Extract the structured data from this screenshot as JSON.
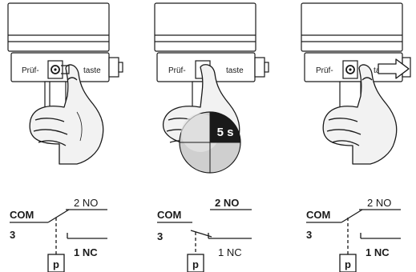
{
  "colors": {
    "ink": "#1a1a1a",
    "housing": "#ffffff",
    "skin": "#f2f2f2",
    "badge_bg": "#1a1a1a",
    "badge_text": "#ffffff"
  },
  "panels": [
    {
      "button_label_left": "Prüf-",
      "button_label_right": "taste",
      "contacts": {
        "com": "COM",
        "com_number": "3",
        "no": "2 NO",
        "nc": "1 NC"
      },
      "bold": {
        "no": false,
        "nc": true
      },
      "switch_state": "NO"
    },
    {
      "button_label_left": "Prüf-",
      "button_label_right": "taste",
      "badge": "5 s",
      "contacts": {
        "com": "COM",
        "com_number": "3",
        "no": "2 NO",
        "nc": "1 NC"
      },
      "bold": {
        "no": true,
        "nc": false
      },
      "switch_state": "NC"
    },
    {
      "button_label_left": "Prüf-",
      "button_label_right": "taste",
      "contacts": {
        "com": "COM",
        "com_number": "3",
        "no": "2 NO",
        "nc": "1 NC"
      },
      "bold": {
        "no": false,
        "nc": true
      },
      "switch_state": "NO"
    }
  ],
  "icons": {
    "device": "relay-housing-icon",
    "hand": "thumb-press-icon",
    "timer": "timer-5s-icon",
    "arrow": "slide-arrow-icon",
    "coil": "coil-p-icon"
  },
  "coil_label": "p"
}
